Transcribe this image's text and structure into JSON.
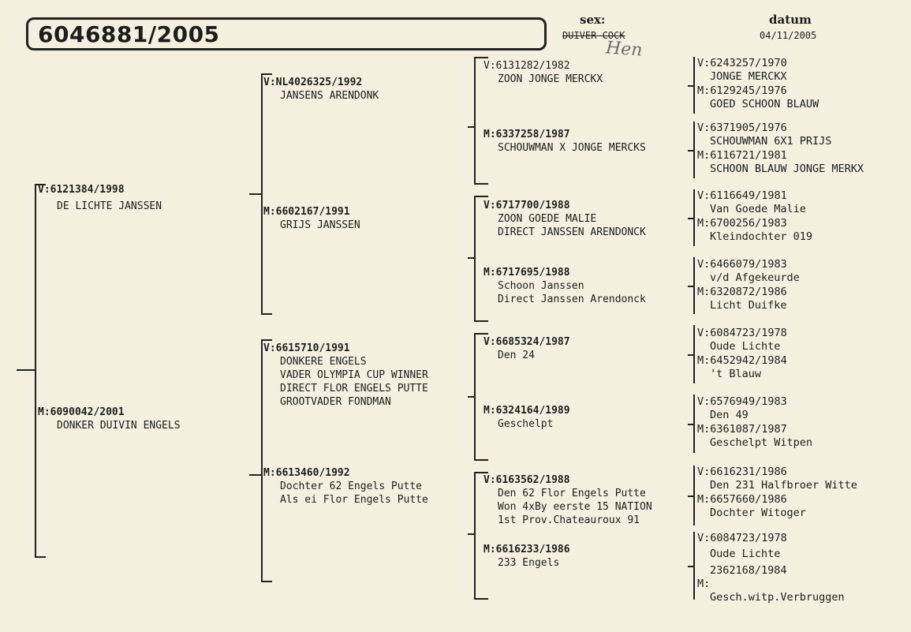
{
  "title": "6046881/2005",
  "header": {
    "sex_label": "sex:",
    "sex_value": "DUIVER-COCK",
    "sex_handwritten": "Hen",
    "datum_label": "datum",
    "datum_value": "04/11/2005"
  },
  "pedigree": {
    "gen1": [
      {
        "prefix": "V:",
        "ring": "6121384/1998",
        "lines": [
          "DE LICHTE JANSSEN"
        ]
      },
      {
        "prefix": "M:",
        "ring": "6090042/2001",
        "lines": [
          "DONKER DUIVIN ENGELS"
        ]
      }
    ],
    "gen2": [
      {
        "prefix": "V:",
        "ring": "NL4026325/1992",
        "lines": [
          "JANSENS ARENDONK"
        ]
      },
      {
        "prefix": "M:",
        "ring": "6602167/1991",
        "lines": [
          "GRIJS JANSSEN"
        ]
      },
      {
        "prefix": "V:",
        "ring": "6615710/1991",
        "lines": [
          "DONKERE ENGELS",
          "VADER OLYMPIA CUP WINNER",
          "DIRECT FLOR ENGELS PUTTE",
          "GROOTVADER FONDMAN"
        ]
      },
      {
        "prefix": "M:",
        "ring": "6613460/1992",
        "lines": [
          "Dochter 62 Engels Putte",
          "Als ei Flor Engels Putte"
        ]
      }
    ],
    "gen3": [
      {
        "prefix": "V:",
        "ring": "6131282/1982",
        "lines": [
          "ZOON JONGE MERCKX"
        ]
      },
      {
        "prefix": "M:",
        "ring": "6337258/1987",
        "lines": [
          "SCHOUWMAN X JONGE MERCKS"
        ]
      },
      {
        "prefix": "V:",
        "ring": "6717700/1988",
        "lines": [
          "ZOON GOEDE MALIE",
          "DIRECT JANSSEN ARENDONCK"
        ]
      },
      {
        "prefix": "M:",
        "ring": "6717695/1988",
        "lines": [
          "Schoon Janssen",
          "Direct Janssen Arendonck"
        ]
      },
      {
        "prefix": "V:",
        "ring": "6685324/1987",
        "lines": [
          "Den 24"
        ]
      },
      {
        "prefix": "M:",
        "ring": "6324164/1989",
        "lines": [
          "Geschelpt"
        ]
      },
      {
        "prefix": "V:",
        "ring": "6163562/1988",
        "lines": [
          "Den 62 Flor Engels Putte",
          "Won 4xBy eerste 15 NATION",
          "1st Prov.Chateauroux 91"
        ]
      },
      {
        "prefix": "M:",
        "ring": "6616233/1986",
        "lines": [
          "233 Engels"
        ]
      }
    ],
    "gen4": [
      {
        "prefix": "V:",
        "ring": "6243257/1970",
        "lines": [
          "JONGE MERCKX"
        ]
      },
      {
        "prefix": "M:",
        "ring": "6129245/1976",
        "lines": [
          "GOED SCHOON BLAUW"
        ]
      },
      {
        "prefix": "V:",
        "ring": "6371905/1976",
        "lines": [
          "SCHOUWMAN 6X1 PRIJS"
        ]
      },
      {
        "prefix": "M:",
        "ring": "6116721/1981",
        "lines": [
          "SCHOON BLAUW JONGE MERKX"
        ]
      },
      {
        "prefix": "V:",
        "ring": "6116649/1981",
        "lines": [
          "Van Goede Malie"
        ]
      },
      {
        "prefix": "M:",
        "ring": "6700256/1983",
        "lines": [
          "Kleindochter 019"
        ]
      },
      {
        "prefix": "V:",
        "ring": "6466079/1983",
        "lines": [
          "v/d Afgekeurde"
        ]
      },
      {
        "prefix": "M:",
        "ring": "6320872/1986",
        "lines": [
          "Licht Duifke"
        ]
      },
      {
        "prefix": "V:",
        "ring": "6084723/1978",
        "lines": [
          "Oude Lichte"
        ]
      },
      {
        "prefix": "M:",
        "ring": "6452942/1984",
        "lines": [
          "'t Blauw"
        ]
      },
      {
        "prefix": "V:",
        "ring": "6576949/1983",
        "lines": [
          "Den 49"
        ]
      },
      {
        "prefix": "M:",
        "ring": "6361087/1987",
        "lines": [
          "Geschelpt Witpen"
        ]
      },
      {
        "prefix": "V:",
        "ring": "6616231/1986",
        "lines": [
          "Den 231 Halfbroer Witte"
        ]
      },
      {
        "prefix": "M:",
        "ring": "6657660/1986",
        "lines": [
          "Dochter Witoger"
        ]
      },
      {
        "prefix": "V:",
        "ring": "6084723/1978",
        "lines": [
          "Oude Lichte"
        ]
      },
      {
        "prefix": "M:",
        "ring": "2362168/1984",
        "lines": [
          "Gesch.witp.Verbruggen"
        ]
      }
    ]
  }
}
